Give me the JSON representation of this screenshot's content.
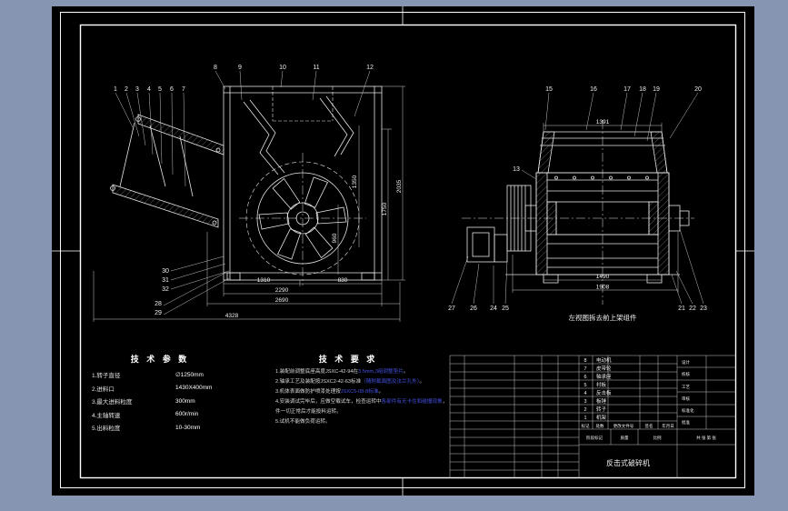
{
  "app": {
    "background": "#8695b2",
    "sheet": "#000000",
    "line_color": "#ffffff",
    "highlight_color": "#4450e0"
  },
  "callouts": {
    "n1": "1",
    "n2": "2",
    "n3": "3",
    "n4": "4",
    "n5": "5",
    "n6": "6",
    "n7": "7",
    "n8": "8",
    "n9": "9",
    "n10": "10",
    "n11": "11",
    "n12": "12",
    "n13": "13",
    "n15": "15",
    "n16": "16",
    "n17": "17",
    "n18": "18",
    "n19": "19",
    "n20": "20",
    "n21": "21",
    "n22": "22",
    "n23": "23",
    "n24": "24",
    "n25": "25",
    "n26": "26",
    "n27": "27",
    "n28": "28",
    "n29": "29",
    "n30": "30",
    "n31": "31",
    "n32": "32"
  },
  "dimensions": {
    "d1310": "1310",
    "d830": "830",
    "d2290": "2290",
    "d2690": "2690",
    "d4328": "4328",
    "d1350": "1350",
    "d2035": "2035",
    "d1750": "1750",
    "d960": "960",
    "d1391": "1391",
    "d1490": "1490",
    "d1908": "1908"
  },
  "captions": {
    "right_view_note": "左视图拆去前上架组件"
  },
  "tech_params": {
    "title": "技 术 参 数",
    "items": [
      {
        "label": "1.转子直径",
        "value": "∅1250mm"
      },
      {
        "label": "2.进料口",
        "value": "1430X400mm"
      },
      {
        "label": "3.最大进料粒度",
        "value": "300mm"
      },
      {
        "label": "4.主轴转速",
        "value": "600r/min"
      },
      {
        "label": "5.出料粒度",
        "value": "10-30mm"
      }
    ]
  },
  "tech_req": {
    "title": "技 术 要 求",
    "lines": [
      {
        "s1": "1.装配前调整底座高度JSXC-42-94在",
        "s2": "3.5mm,3组调整垫片",
        "s3": "。"
      },
      {
        "s1": "2.轴承工艺及装配按JSXC2-42-63标准",
        "s2": "（随附截面图及法兰孔外）",
        "s3": "。"
      },
      {
        "s1": "3.机体表面做防护喷漆处理按",
        "s2": "JSXC5-08-8标准",
        "s3": "。"
      },
      {
        "s1": "4.安装调试完毕后，应做空载试车，检查运转中",
        "s2": "各部件有无卡住和碰撞现象",
        "s3": "，"
      },
      {
        "s1": "件一切正常后才能投料运转。",
        "s2": "",
        "s3": ""
      },
      {
        "s1": "5.试机不能做负荷运转。",
        "s2": "",
        "s3": ""
      }
    ]
  },
  "parts_list": {
    "rows": [
      {
        "no": "8",
        "name": "电动机"
      },
      {
        "no": "7",
        "name": "皮带轮"
      },
      {
        "no": "6",
        "name": "轴承座"
      },
      {
        "no": "5",
        "name": "衬板"
      },
      {
        "no": "4",
        "name": "反击板"
      },
      {
        "no": "3",
        "name": "板锤"
      },
      {
        "no": "2",
        "name": "转子"
      },
      {
        "no": "1",
        "name": "机架"
      }
    ]
  },
  "title_block": {
    "labels": [
      "标记",
      "处数",
      "更改文件号",
      "签名",
      "年月日",
      "设计",
      "校核",
      "工艺",
      "审核",
      "标准化",
      "批准"
    ],
    "stage_label": "阶段标记",
    "mass_label": "质量",
    "scale_label": "比例",
    "sheet_label": "共 张 第 张",
    "name": "反击式破碎机"
  }
}
